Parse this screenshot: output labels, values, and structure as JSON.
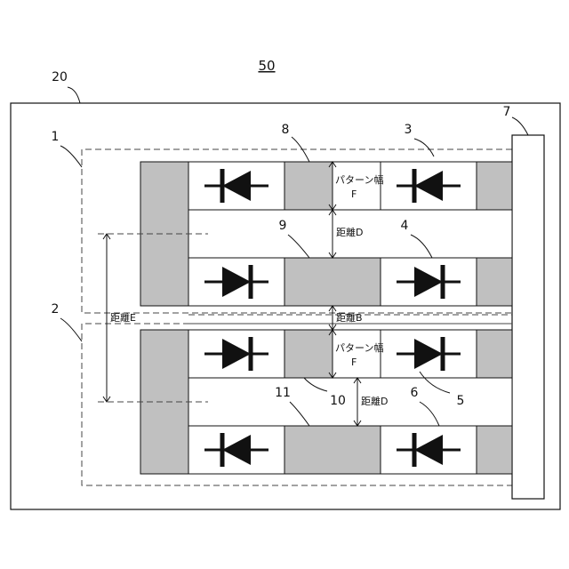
{
  "figure_number": "50",
  "labels": {
    "substrate": "20",
    "module_1": "1",
    "module_2": "2",
    "terminal_bar": "7",
    "pattern_8": "8",
    "diode_3": "3",
    "pattern_9": "9",
    "diode_4": "4",
    "pattern_10": "10",
    "pattern_11": "11",
    "diode_5": "5",
    "diode_6": "6"
  },
  "annotations": {
    "pattern_width_top_line1": "パターン幅",
    "pattern_width_top_line2": "F",
    "distance_d_top": "距離D",
    "distance_b": "距離B",
    "distance_e": "距離E",
    "pattern_width_bottom_line1": "パターン幅",
    "pattern_width_bottom_line2": "F",
    "distance_d_bottom": "距離D"
  },
  "colors": {
    "pad_fill": "#c0c0c0",
    "line": "#111111",
    "diode_fill": "#111111"
  },
  "icons": {
    "diode": "diode-symbol-icon"
  }
}
